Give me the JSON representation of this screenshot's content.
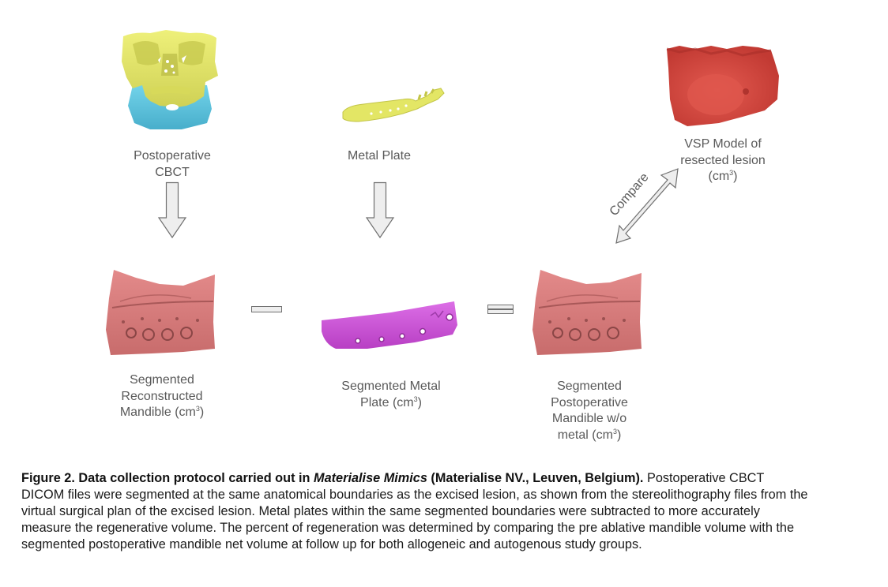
{
  "figure": {
    "nodes": {
      "postop_cbct": {
        "lines": [
          "Postoperative",
          "CBCT"
        ],
        "icon": "skull-3d-model",
        "colors": {
          "upper": "#e3e46a",
          "lower": "#5fc5dc"
        }
      },
      "metal_plate": {
        "lines": [
          "Metal Plate"
        ],
        "icon": "metal-plate-3d-model",
        "color": "#dfe36a"
      },
      "vsp_model": {
        "lines": [
          "VSP Model of",
          "resected lesion"
        ],
        "unit_prefix": "(cm",
        "unit_sup": "3",
        "unit_suffix": ")",
        "icon": "lesion-3d-model",
        "color": "#d9463f"
      },
      "seg_recon_mandible": {
        "lines": [
          "Segmented",
          "Reconstructed"
        ],
        "last_prefix": "Mandible (cm",
        "unit_sup": "3",
        "unit_suffix": ")",
        "icon": "mandible-3d-model",
        "color": "#d8787a"
      },
      "seg_metal_plate": {
        "lines": [
          "Segmented Metal"
        ],
        "last_prefix": "Plate (cm",
        "unit_sup": "3",
        "unit_suffix": ")",
        "icon": "segmented-plate-3d-model",
        "color": "#c94fd6"
      },
      "seg_postop_mandible": {
        "lines": [
          "Segmented",
          "Postoperative",
          "Mandible w/o"
        ],
        "last_prefix": "metal (cm",
        "unit_sup": "3",
        "unit_suffix": ")",
        "icon": "mandible-3d-model",
        "color": "#d8787a"
      }
    },
    "operators": {
      "minus": "minus-sign",
      "equals": "equals-sign"
    },
    "compare_label": "Compare",
    "arrow_fill": "#eeeeee",
    "arrow_stroke": "#707070"
  },
  "caption": {
    "bold_prefix": "Figure 2. Data collection protocol carried out in ",
    "bold_italic": "Materialise Mimics",
    "bold_suffix": " (Materialise NV., Leuven, Belgium).",
    "line1_rest": " Postoperative CBCT",
    "lines": [
      "DICOM files were segmented at the same anatomical boundaries as the excised lesion, as shown from the stereolithography files from the",
      "virtual surgical plan of the excised lesion. Metal plates within the same segmented boundaries were subtracted to more accurately",
      "measure the regenerative volume. The percent of regeneration was determined by comparing the pre ablative mandible volume with the",
      "segmented postoperative mandible net volume at follow up for both allogeneic and autogenous study groups."
    ]
  }
}
